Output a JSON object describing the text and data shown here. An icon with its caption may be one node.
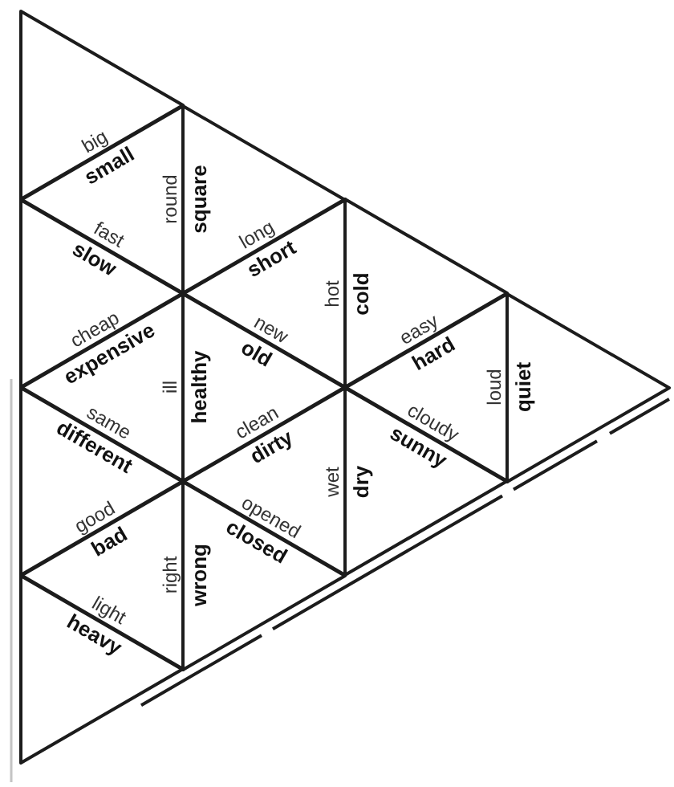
{
  "diagram": {
    "nodes": [
      {
        "text": [
          "big"
        ]
      },
      {
        "text": [
          "small",
          "round",
          "fast"
        ]
      },
      {
        "text": [
          "slow",
          "cheap"
        ]
      },
      {
        "text": [
          "expensive",
          "ill",
          "same"
        ]
      },
      {
        "text": [
          "different",
          "good"
        ]
      },
      {
        "text": [
          "bad",
          "right",
          "light"
        ]
      },
      {
        "text": [
          "heavy"
        ]
      },
      {
        "text": [
          "square",
          "long"
        ]
      },
      {
        "text": [
          "short",
          "hot",
          "new"
        ]
      },
      {
        "text": [
          "old",
          "healthy",
          "clean"
        ]
      },
      {
        "text": [
          "dirty",
          "wet",
          "opened"
        ]
      },
      {
        "text": [
          "closed",
          "wrong"
        ]
      },
      {
        "text": [
          "cold",
          "easy"
        ]
      },
      {
        "text": [
          "hard",
          "loud",
          "cloudy"
        ]
      },
      {
        "text": [
          "sunny",
          "dry"
        ]
      },
      {
        "text": [
          "quiet"
        ]
      }
    ]
  }
}
